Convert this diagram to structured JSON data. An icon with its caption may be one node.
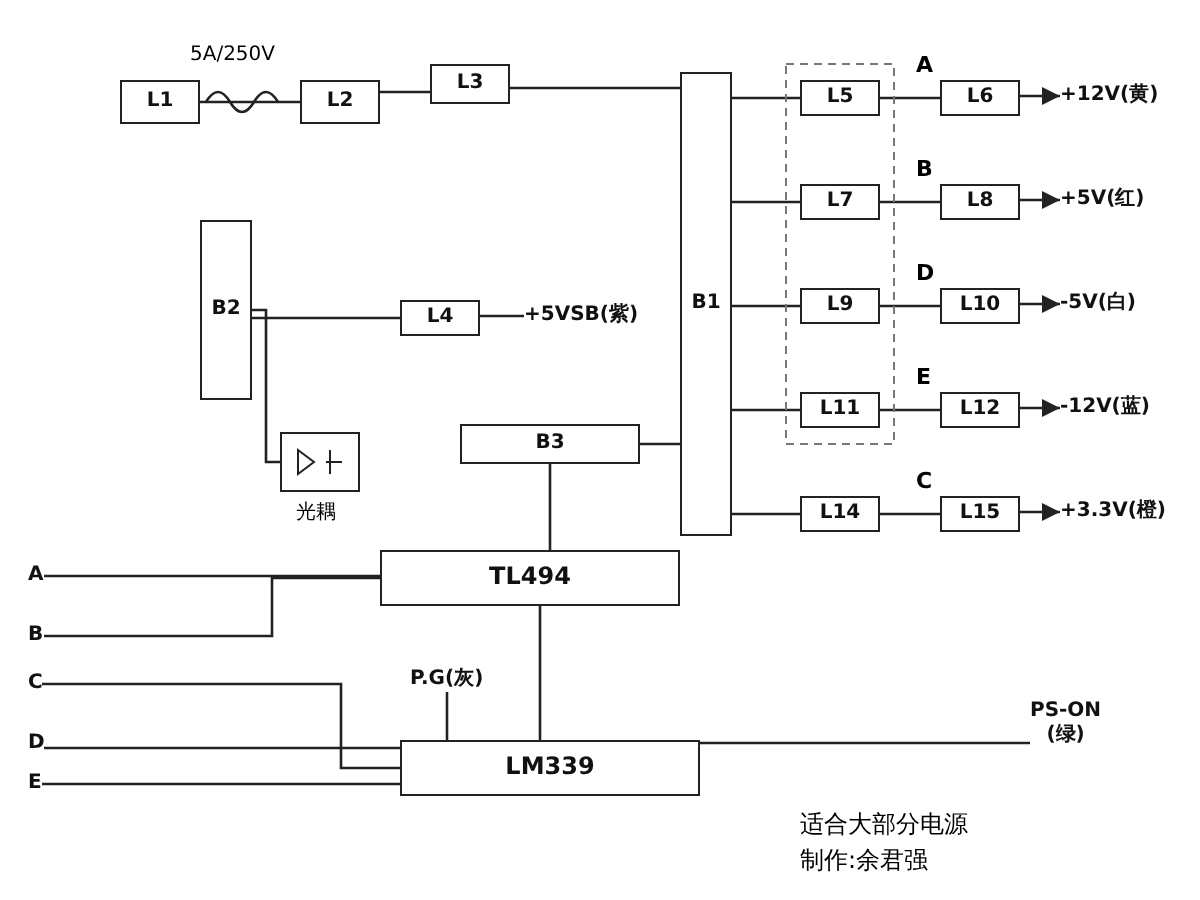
{
  "diagram": {
    "nodes": [
      {
        "text": [
          "L1"
        ]
      },
      {
        "text": [
          "L2"
        ]
      },
      {
        "text": [
          "L3"
        ]
      },
      {
        "text": [
          "B2"
        ]
      },
      {
        "text": [
          "B3"
        ]
      },
      {
        "text": [
          "B1"
        ]
      },
      {
        "text": [
          "L5"
        ]
      },
      {
        "text": [
          "L6"
        ]
      },
      {
        "text": [
          "L7"
        ]
      },
      {
        "text": [
          "L8"
        ]
      },
      {
        "text": [
          "L9"
        ]
      },
      {
        "text": [
          "L10"
        ]
      },
      {
        "text": [
          "L11"
        ]
      },
      {
        "text": [
          "L12"
        ]
      },
      {
        "text": [
          "L14"
        ]
      },
      {
        "text": [
          "L15"
        ]
      },
      {
        "text": [
          "L4"
        ]
      },
      {
        "text": [
          "TL494"
        ]
      },
      {
        "text": [
          "LM339"
        ]
      },
      {
        "text": [],
        "shape": "box",
        "beside": [
          "光耦"
        ]
      },
      {
        "text": [
          "+12V(黄)"
        ]
      },
      {
        "text": [
          "+5V(红)"
        ]
      },
      {
        "text": [
          "-5V(白)"
        ]
      },
      {
        "text": [
          "-12V(蓝)"
        ]
      },
      {
        "text": [
          "+3.3V(橙)"
        ]
      },
      {
        "text": [
          "+5VSB(紫)"
        ]
      },
      {
        "text": [
          "PS-ON",
          "(绿)"
        ]
      },
      {
        "text": [
          "P.G(灰)"
        ]
      },
      {
        "text": [
          "A"
        ]
      },
      {
        "text": [
          "B"
        ]
      },
      {
        "text": [
          "C"
        ]
      },
      {
        "text": [
          "D"
        ]
      },
      {
        "text": [
          "E"
        ]
      }
    ],
    "edges": [
      {
        "from": 0,
        "to": 1,
        "arrow": "none"
      },
      {
        "from": 1,
        "to": 2,
        "arrow": "none"
      },
      {
        "from": 2,
        "to": 5,
        "arrow": "none"
      },
      {
        "from": 5,
        "to": 6,
        "arrow": "none"
      },
      {
        "from": 5,
        "to": 8,
        "arrow": "none"
      },
      {
        "from": 5,
        "to": 10,
        "arrow": "none"
      },
      {
        "from": 5,
        "to": 12,
        "arrow": "none"
      },
      {
        "from": 5,
        "to": 14,
        "arrow": "none"
      },
      {
        "from": 6,
        "to": 7,
        "arrow": "none"
      },
      {
        "from": 8,
        "to": 9,
        "arrow": "none"
      },
      {
        "from": 10,
        "to": 11,
        "arrow": "none"
      },
      {
        "from": 12,
        "to": 13,
        "arrow": "none"
      },
      {
        "from": 14,
        "to": 15,
        "arrow": "none"
      },
      {
        "from": 7,
        "to": 20,
        "arrow": "to"
      },
      {
        "from": 9,
        "to": 21,
        "arrow": "to"
      },
      {
        "from": 11,
        "to": 22,
        "arrow": "to"
      },
      {
        "from": 13,
        "to": 23,
        "arrow": "to"
      },
      {
        "from": 15,
        "to": 24,
        "arrow": "to"
      },
      {
        "from": 3,
        "to": 16,
        "arrow": "none"
      },
      {
        "from": 16,
        "to": 25,
        "arrow": "none"
      },
      {
        "from": 19,
        "to": 3,
        "arrow": "none"
      },
      {
        "from": 17,
        "to": 4,
        "arrow": "none"
      },
      {
        "from": 4,
        "to": 5,
        "arrow": "none"
      },
      {
        "from": 18,
        "to": 17,
        "arrow": "none"
      },
      {
        "from": 18,
        "to": 26,
        "arrow": "none"
      },
      {
        "from": 27,
        "to": 18,
        "arrow": "none"
      },
      {
        "from": 28,
        "to": 17,
        "arrow": "none"
      },
      {
        "from": 29,
        "to": 17,
        "arrow": "none"
      },
      {
        "from": 30,
        "to": 18,
        "arrow": "none"
      },
      {
        "from": 31,
        "to": 18,
        "arrow": "none"
      },
      {
        "from": 32,
        "to": 18,
        "arrow": "none"
      }
    ],
    "labels": [
      "5A/250V",
      "A",
      "B",
      "D",
      "E",
      "C",
      "适合大部分电源",
      "制作:余君强"
    ]
  }
}
